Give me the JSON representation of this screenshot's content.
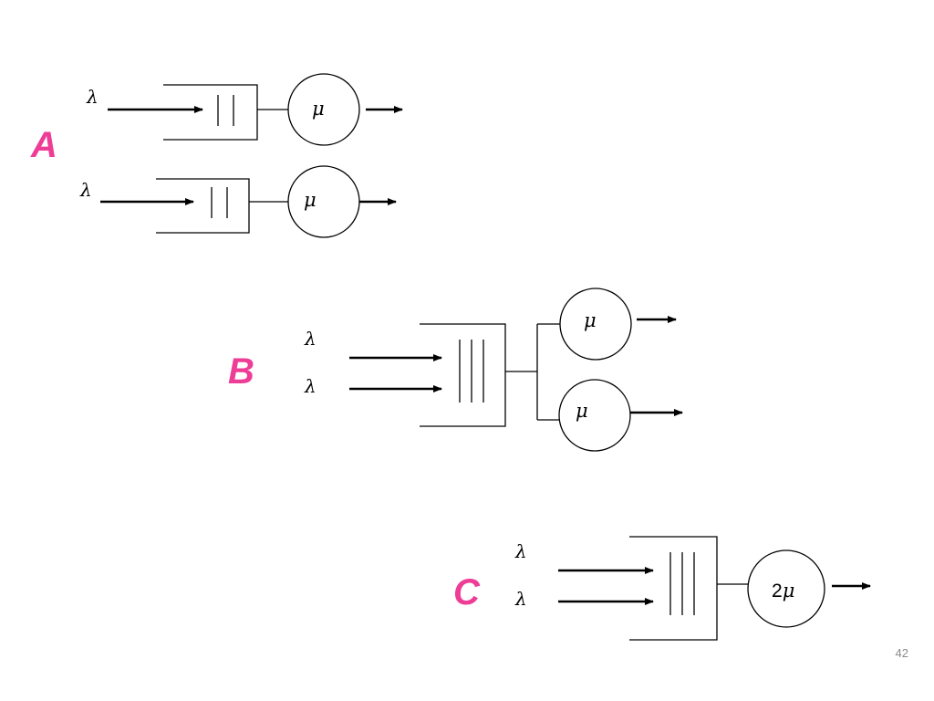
{
  "sections": {
    "a": {
      "letter": "A"
    },
    "b": {
      "letter": "B"
    },
    "c": {
      "letter": "C"
    }
  },
  "symbols": {
    "arrival_rate": "λ",
    "service_rate": "μ",
    "double_service_coefficient": "2",
    "double_service_symbol": "μ"
  },
  "colors": {
    "accent": "#EE3D96",
    "line": "#000000"
  },
  "page": {
    "number": "42"
  }
}
